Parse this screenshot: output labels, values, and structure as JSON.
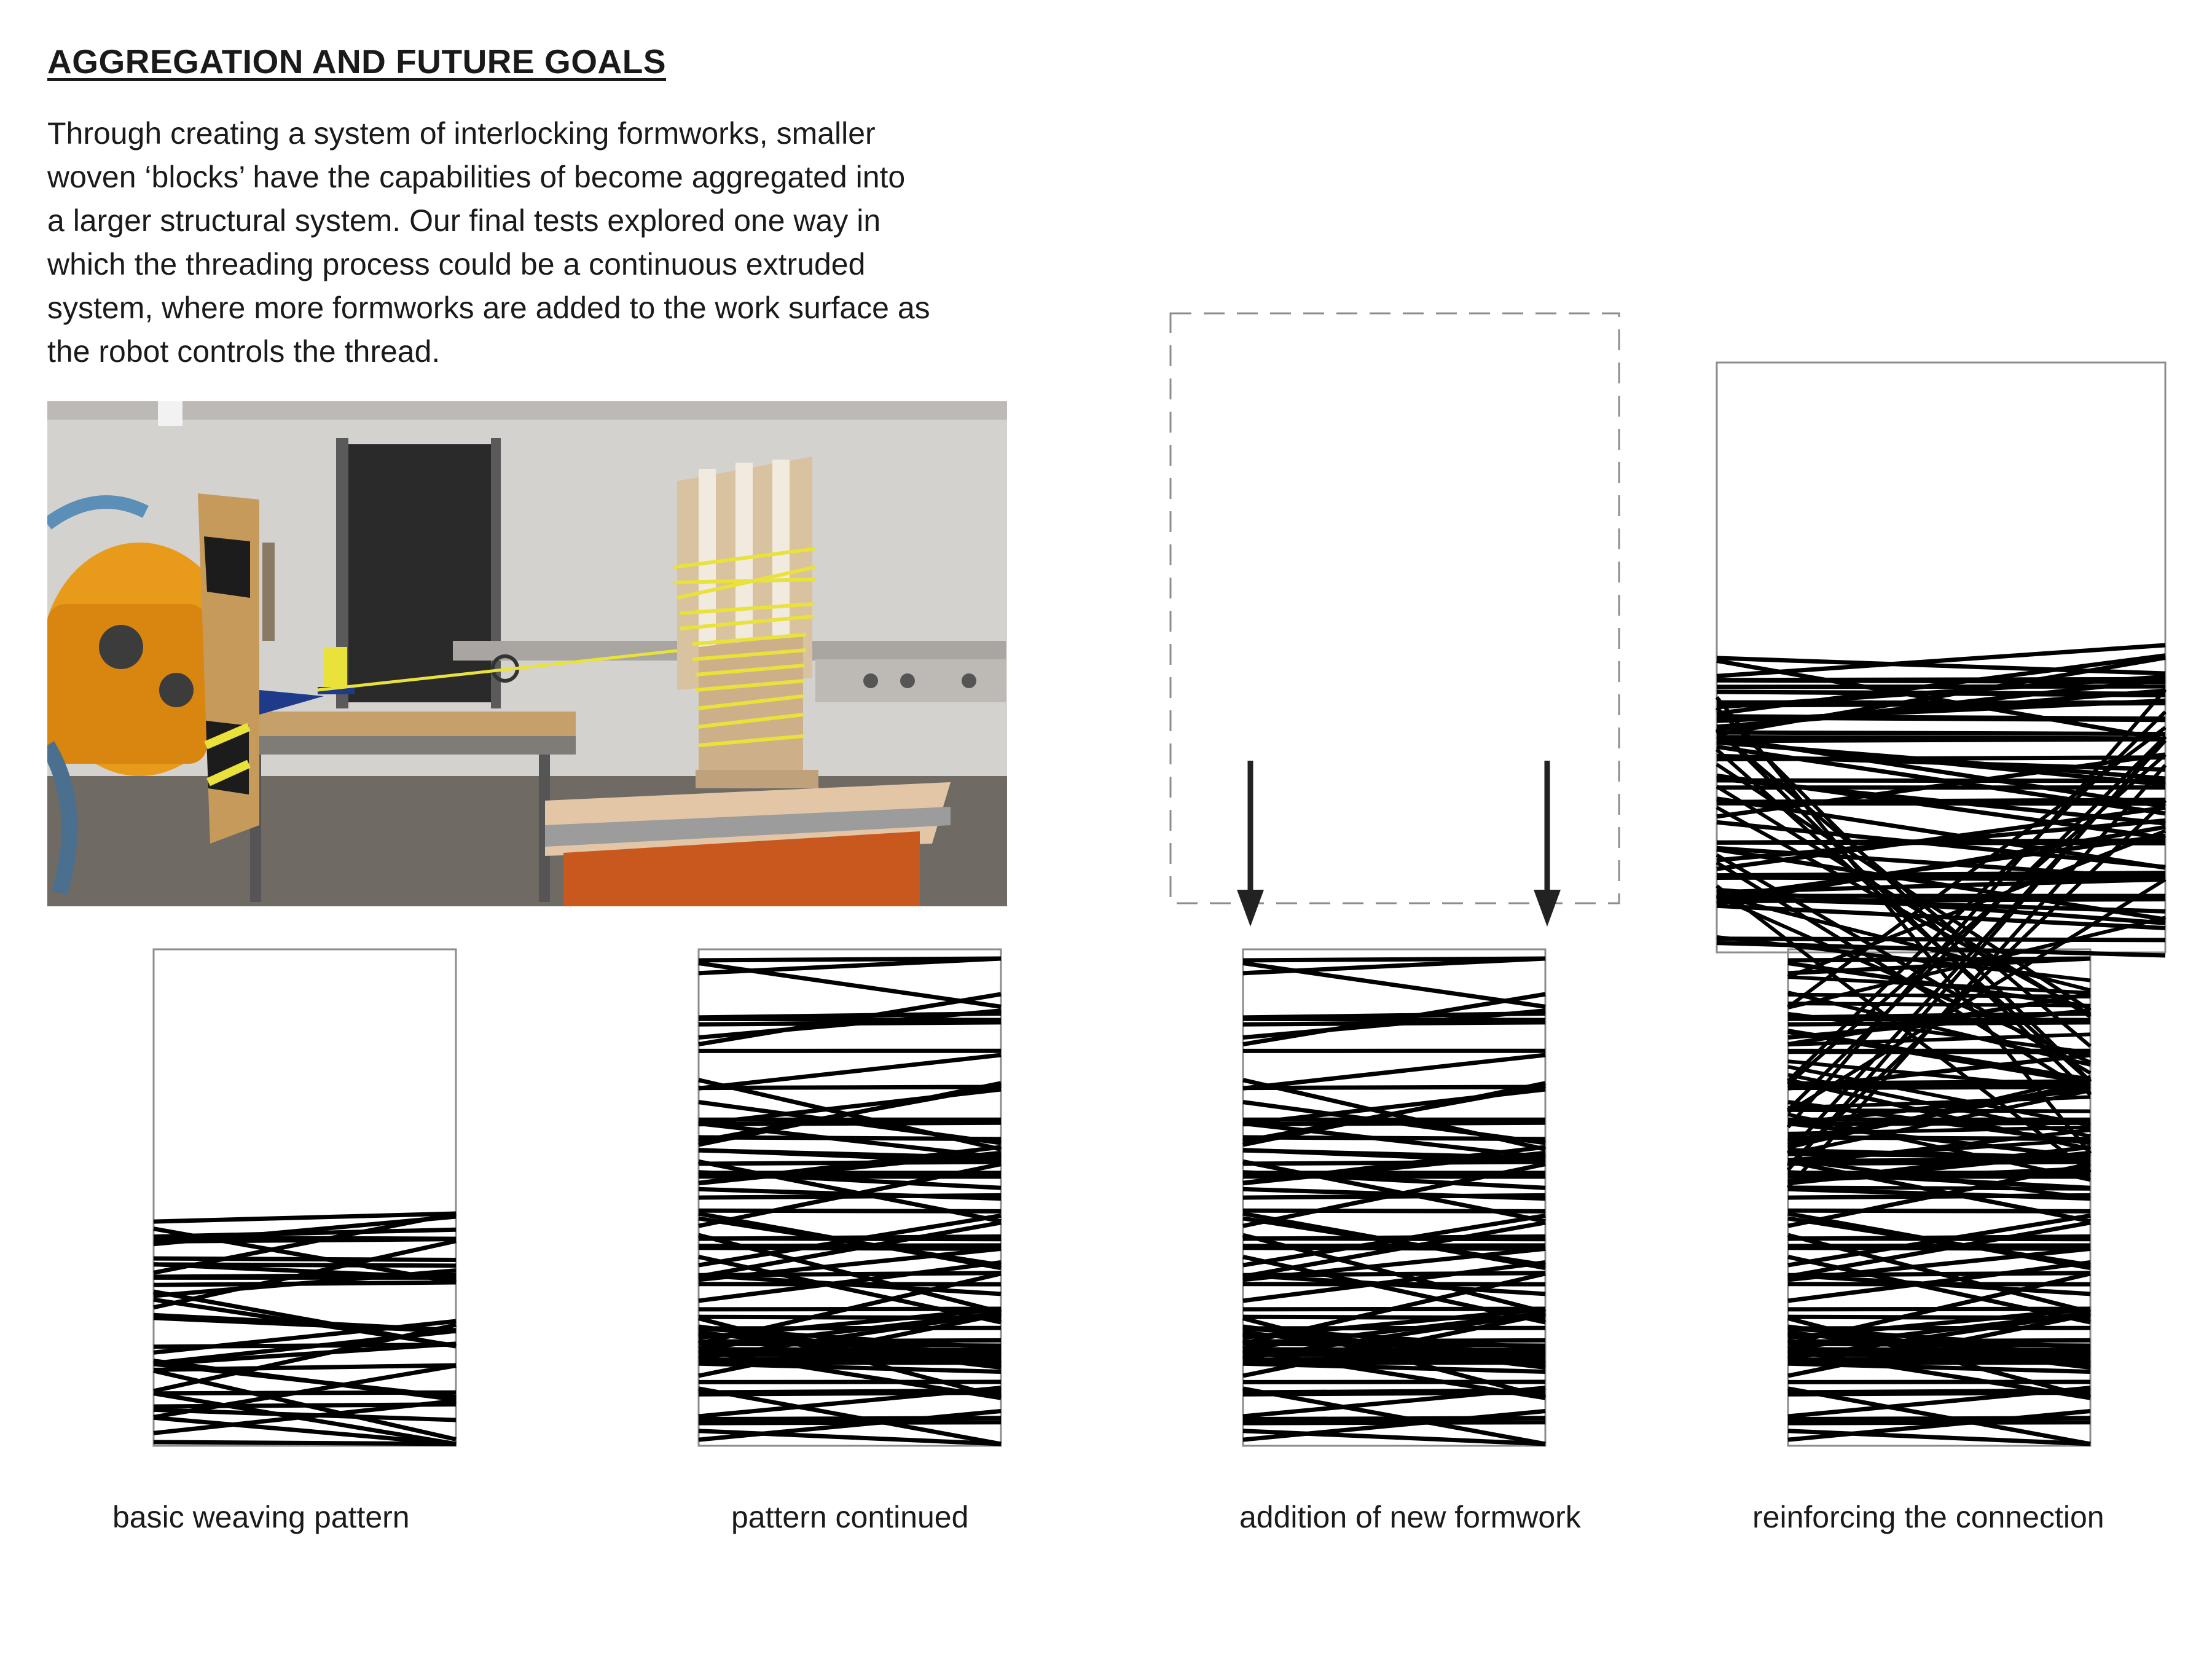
{
  "header": {
    "title": "AGGREGATION AND FUTURE GOALS"
  },
  "intro": {
    "lines": [
      "Through creating a system of interlocking formworks, smaller",
      "woven ‘blocks’ have the capabilities of become aggregated into",
      "a larger structural system. Our final tests explored one way in",
      "which the threading process could be a continuous extruded",
      "system, where more formworks are added to the work surface as",
      "the robot controls the thread."
    ]
  },
  "photo": {
    "subject": "robot arm threading yellow string around a stacked wooden formwork",
    "thread_color": "#e8e23a",
    "robot_color": "#e89a1a",
    "wall_color": "#cfcdca"
  },
  "steps": [
    {
      "caption": "basic weaving pattern"
    },
    {
      "caption": "pattern continued"
    },
    {
      "caption": "addition of new formwork"
    },
    {
      "caption": "reinforcing the connection"
    }
  ],
  "colors": {
    "thread": "#000000",
    "frame": "#8c8c8c",
    "text": "#1a1a1a"
  }
}
